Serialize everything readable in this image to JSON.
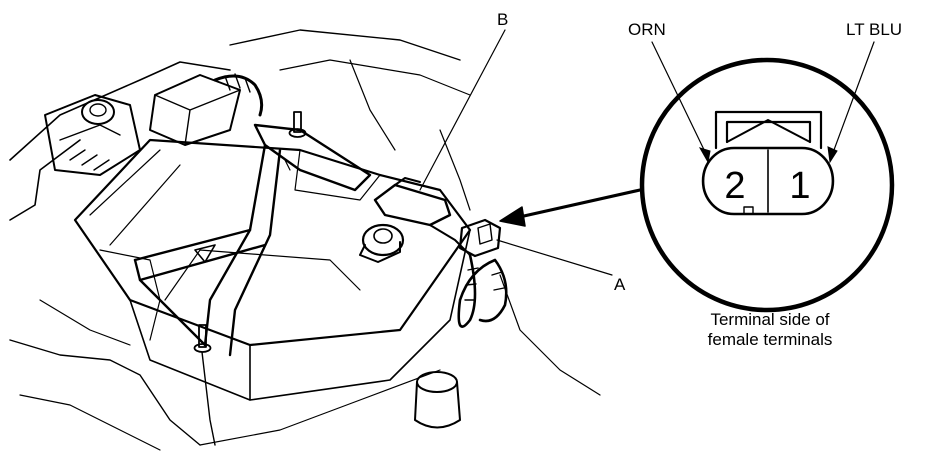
{
  "callouts": {
    "a": "A",
    "b": "B"
  },
  "connector": {
    "left_wire": "ORN",
    "right_wire": "LT BLU",
    "pin_left": "2",
    "pin_right": "1",
    "caption_line1": "Terminal side of",
    "caption_line2": "female terminals"
  },
  "colors": {
    "line": "#000000",
    "background": "#ffffff"
  }
}
